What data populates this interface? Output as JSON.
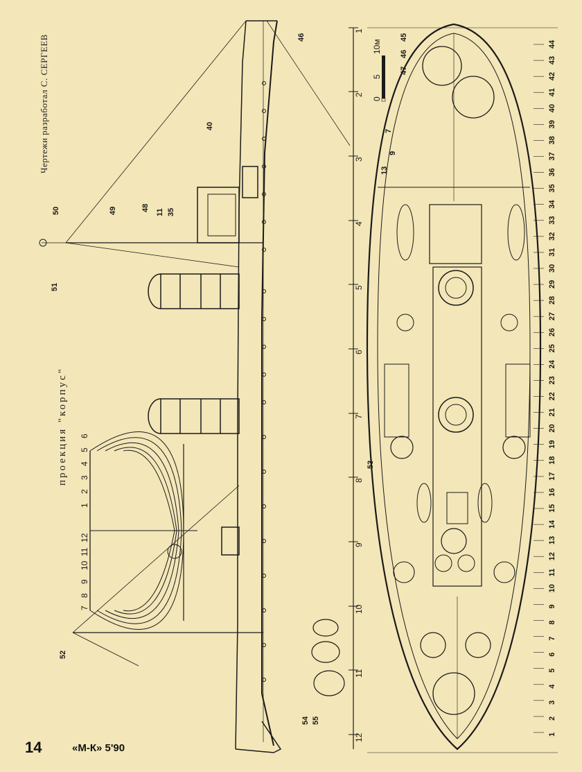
{
  "credit": "Чертежи разработал С. СЕРГЕЕВ",
  "projection_title": "проекция \"корпус\"",
  "footer": {
    "page_number": "14",
    "magazine": "«М-К» 5'90"
  },
  "scale": {
    "ticks": [
      "0",
      "5",
      "10м"
    ]
  },
  "stations": [
    "1",
    "2",
    "3",
    "4",
    "5",
    "6",
    "7",
    "8",
    "9",
    "10",
    "11",
    "12"
  ],
  "frames_left": [
    "7",
    "8",
    "9",
    "10",
    "11",
    "12"
  ],
  "frames_right": [
    "1",
    "2",
    "3",
    "4",
    "5",
    "6"
  ],
  "profile_labels": [
    "46",
    "40",
    "50",
    "49",
    "48",
    "11",
    "35",
    "51",
    "52",
    "54",
    "55"
  ],
  "plan_labels_right": [
    "1",
    "2",
    "3",
    "4",
    "5",
    "6",
    "7",
    "8",
    "9",
    "10",
    "11",
    "12",
    "13",
    "14",
    "15",
    "16",
    "17",
    "18",
    "19",
    "20",
    "21",
    "22",
    "23",
    "24",
    "25",
    "26",
    "27",
    "28",
    "29",
    "30",
    "31",
    "32",
    "33",
    "34",
    "35",
    "36",
    "37",
    "38",
    "39",
    "40",
    "41",
    "42",
    "43",
    "44"
  ],
  "plan_labels_left": [
    "45",
    "46",
    "47",
    "7",
    "9",
    "13",
    "53"
  ],
  "colors": {
    "paper": "#f3e6b8",
    "ink": "#1a1a1a"
  }
}
